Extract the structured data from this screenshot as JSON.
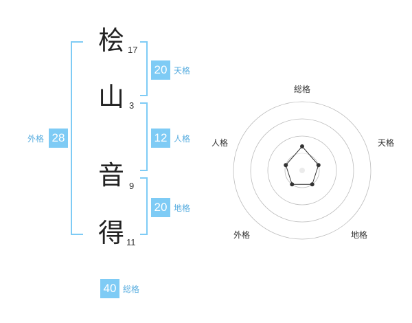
{
  "name": {
    "chars": [
      {
        "char": "桧",
        "strokes": "17"
      },
      {
        "char": "山",
        "strokes": "3"
      },
      {
        "char": "音",
        "strokes": "9"
      },
      {
        "char": "得",
        "strokes": "11"
      }
    ]
  },
  "kakusu": {
    "tenkaku": {
      "value": "20",
      "label": "天格"
    },
    "jinkaku": {
      "value": "12",
      "label": "人格"
    },
    "chikaku": {
      "value": "20",
      "label": "地格"
    },
    "gaikaku": {
      "value": "28",
      "label": "外格"
    },
    "soukaku": {
      "value": "40",
      "label": "総格"
    }
  },
  "radar": {
    "labels": {
      "soukaku": "総格",
      "tenkaku": "天格",
      "chikaku": "地格",
      "gaikaku": "外格",
      "jinkaku": "人格"
    },
    "colors": {
      "ring": "#bbbbbb",
      "polygon_stroke": "#333333",
      "polygon_fill": "rgba(255,255,255,0.6)",
      "point": "#333333",
      "center": "#cccccc"
    }
  },
  "chart_data": {
    "type": "radar",
    "axes": [
      "総格",
      "天格",
      "地格",
      "外格",
      "人格"
    ],
    "values": [
      0.35,
      0.25,
      0.25,
      0.25,
      0.25
    ],
    "rings": 4
  },
  "colors": {
    "accent": "#7ecbf5",
    "label": "#5aaee0"
  }
}
